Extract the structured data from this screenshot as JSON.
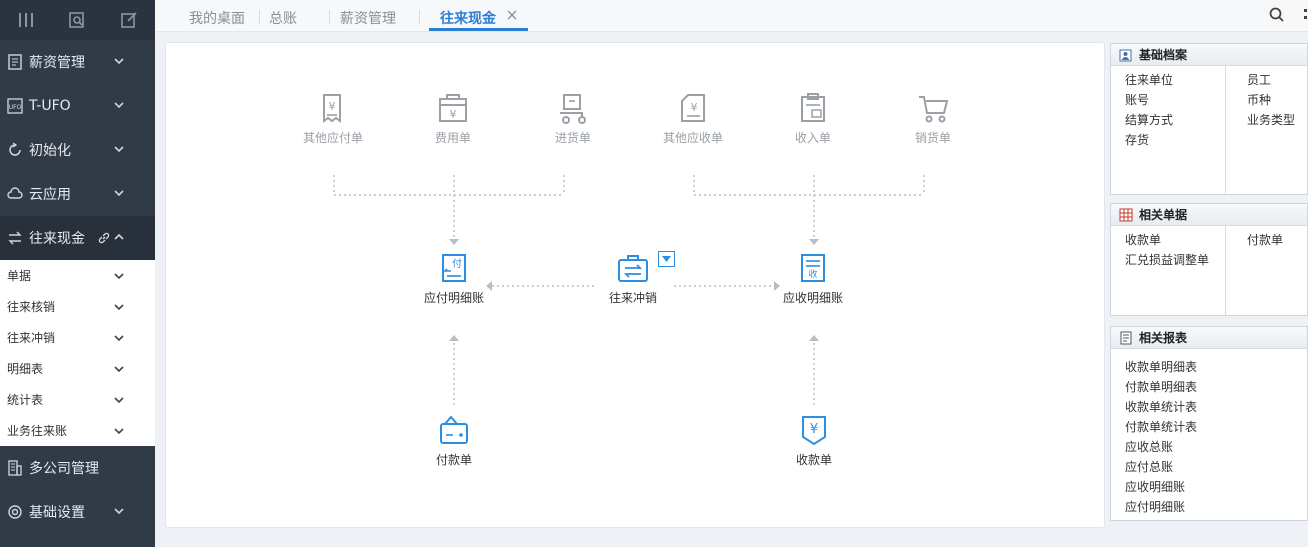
{
  "sidebar": {
    "top_icons": [
      "menu-icon",
      "search-doc-icon",
      "edit-icon"
    ],
    "items": [
      {
        "label": "薪资管理",
        "icon": "payroll-icon"
      },
      {
        "label": "T-UFO",
        "icon": "ufo-icon"
      },
      {
        "label": "初始化",
        "icon": "init-icon"
      },
      {
        "label": "云应用",
        "icon": "cloud-icon"
      },
      {
        "label": "往来现金",
        "icon": "transfer-icon"
      }
    ],
    "subitems": [
      {
        "label": "单据"
      },
      {
        "label": "往来核销"
      },
      {
        "label": "往来冲销"
      },
      {
        "label": "明细表"
      },
      {
        "label": "统计表"
      },
      {
        "label": "业务往来账"
      }
    ],
    "bottom_items": [
      {
        "label": "多公司管理",
        "icon": "building-icon"
      },
      {
        "label": "基础设置",
        "icon": "settings-icon"
      }
    ]
  },
  "tabs": [
    {
      "label": "我的桌面"
    },
    {
      "label": "总账"
    },
    {
      "label": "薪资管理"
    },
    {
      "label": "往来现金",
      "active": true
    }
  ],
  "flow": {
    "top_left": [
      {
        "label": "其他应付单",
        "icon": "other-payable-icon"
      },
      {
        "label": "费用单",
        "icon": "expense-icon"
      },
      {
        "label": "进货单",
        "icon": "purchase-icon"
      }
    ],
    "top_right": [
      {
        "label": "其他应收单",
        "icon": "other-receivable-icon"
      },
      {
        "label": "收入单",
        "icon": "income-icon"
      },
      {
        "label": "销货单",
        "icon": "sales-cart-icon"
      }
    ],
    "middle": {
      "payable_ledger": "应付明细账",
      "offset": "往来冲销",
      "receivable_ledger": "应收明细账"
    },
    "bottom": {
      "payment": "付款单",
      "receipt": "收款单"
    }
  },
  "panels": {
    "basic": {
      "title": "基础档案",
      "left": [
        "往来单位",
        "账号",
        "结算方式",
        "存货"
      ],
      "right": [
        "员工",
        "币种",
        "业务类型"
      ]
    },
    "documents": {
      "title": "相关单据",
      "left": [
        "收款单",
        "汇兑损益调整单"
      ],
      "right": [
        "付款单"
      ]
    },
    "reports": {
      "title": "相关报表",
      "items": [
        "收款单明细表",
        "付款单明细表",
        "收款单统计表",
        "付款单统计表",
        "应收总账",
        "应付总账",
        "应收明细账",
        "应付明细账"
      ]
    }
  },
  "colors": {
    "sidebar_bg": "#313a47",
    "accent": "#2a7fd4",
    "flow_blue": "#2b8ee0"
  }
}
